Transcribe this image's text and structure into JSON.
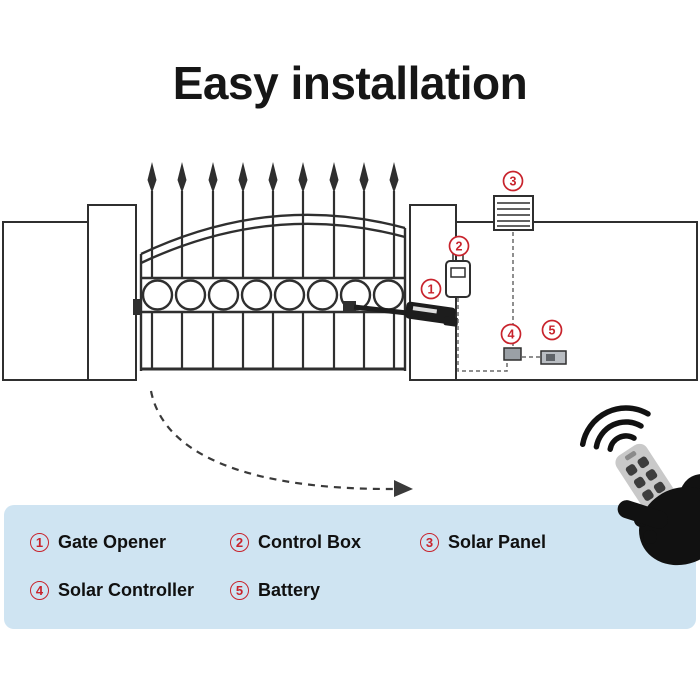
{
  "title": "Easy installation",
  "legend": {
    "items": [
      {
        "num": "1",
        "label": "Gate Opener"
      },
      {
        "num": "2",
        "label": "Control Box"
      },
      {
        "num": "3",
        "label": "Solar Panel"
      },
      {
        "num": "4",
        "label": "Solar Controller"
      },
      {
        "num": "5",
        "label": "Battery"
      }
    ]
  },
  "colors": {
    "callout_red": "#c8232c",
    "legend_background": "#cfe4f2",
    "line_color": "#2f2f2f"
  },
  "icons": {
    "signal": "wifi-signal-icon",
    "remote": "remote-control",
    "hand": "hand-silhouette"
  }
}
